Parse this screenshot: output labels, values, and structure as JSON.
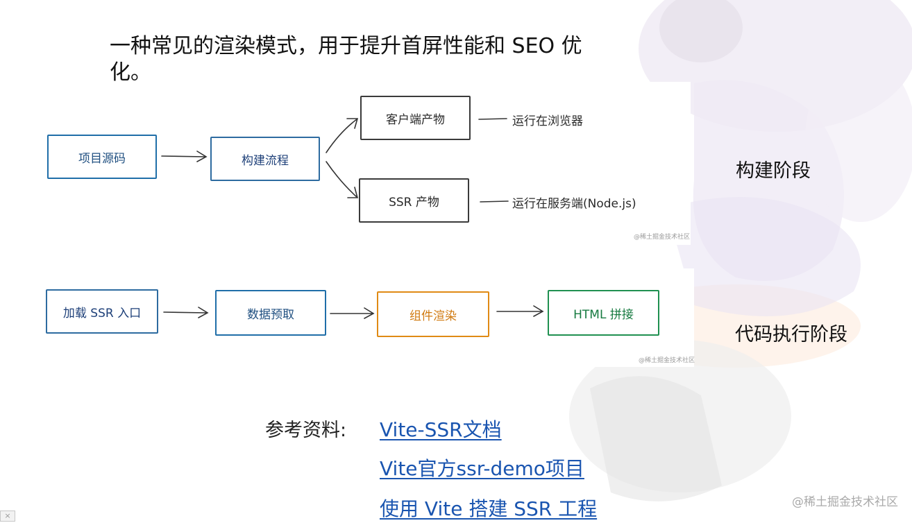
{
  "intro": {
    "text": "一种常见的渲染模式，用于提升首屏性能和 SEO 优化。"
  },
  "build_diagram": {
    "source": "项目源码",
    "build": "构建流程",
    "client_bundle": "客户端产物",
    "ssr_bundle": "SSR 产物",
    "client_note": "运行在浏览器",
    "ssr_note": "运行在服务端(Node.js)",
    "watermark": "@稀土掘金技术社区"
  },
  "run_diagram": {
    "load": "加载 SSR 入口",
    "fetch": "数据预取",
    "render": "组件渲染",
    "concat": "HTML 拼接",
    "watermark": "@稀土掘金技术社区"
  },
  "stages": {
    "build": "构建阶段",
    "run": "代码执行阶段"
  },
  "references": {
    "label": "参考资料:",
    "links": [
      "Vite-SSR文档",
      "Vite官方ssr-demo项目",
      "使用 Vite 搭建 SSR 工程"
    ]
  },
  "watermark": "@稀土掘金技术社区",
  "close_label": "×",
  "colors": {
    "blue": "#1f6ea8",
    "orange": "#e08a14",
    "green": "#1f9050",
    "gray": "#333333",
    "link": "#1a55b0"
  }
}
